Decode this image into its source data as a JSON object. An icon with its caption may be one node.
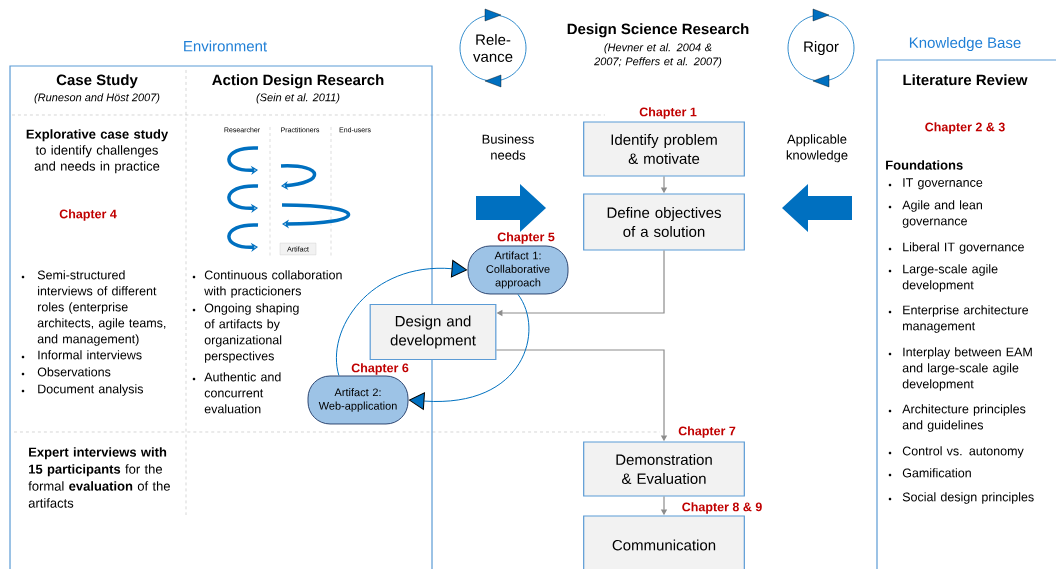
{
  "diagram": {
    "nodes": [
      {
        "text": [
          "Environment"
        ]
      },
      {
        "text": [
          "Knowledge Base"
        ]
      },
      {
        "text": [
          "Rele- vance"
        ]
      },
      {
        "text": [
          "Rigor"
        ]
      },
      {
        "text": [
          "Identify problem & motivate"
        ],
        "beside": [
          "Chapter 1"
        ]
      },
      {
        "text": [
          "Define objectives of a solution"
        ]
      },
      {
        "text": [
          "Design and development"
        ]
      },
      {
        "text": [
          "Demonstration & Evaluation"
        ],
        "beside": [
          "Chapter 7"
        ]
      },
      {
        "text": [
          "Communication"
        ],
        "beside": [
          "Chapter 8 & 9"
        ]
      },
      {
        "text": [
          "Artifact 1: Collaborative approach"
        ],
        "beside": [
          "Chapter 5"
        ]
      },
      {
        "text": [
          "Artifact 2: Web-application"
        ],
        "beside": [
          "Chapter 6"
        ],
        "in": 0
      }
    ],
    "edges": [
      {
        "from": 4,
        "to": 5,
        "arrow": "to"
      },
      {
        "from": 5,
        "to": 6,
        "arrow": "to"
      },
      {
        "from": 6,
        "to": 7,
        "arrow": "to"
      },
      {
        "from": 7,
        "to": 8,
        "arrow": "to"
      },
      {
        "from": 10,
        "to": 9,
        "arrow": "to",
        "color": "#0070c0"
      },
      {
        "from": 9,
        "to": 10,
        "arrow": "to",
        "color": "#0070c0"
      }
    ],
    "labels": [
      "Case Study",
      "(Runeson and Höst 2007)",
      "Action Design Research",
      "(Sein et al. 2011)",
      "Design Science Research",
      "(Hevner et al. 2004 & 2007; Peffers et al. 2007)",
      "Literature Review",
      "**Explorative case study** to identify challenges and needs in practice",
      "Researcher",
      "Practitioners",
      "End-users",
      "Business needs",
      "Applicable knowledge",
      "Chapter 2 & 3",
      "Chapter 4",
      "Artifact",
      "Foundations",
      "Semi-structured interviews of different roles (enterprise architects, agile teams, and management)",
      "Informal interviews",
      "Observations",
      "Document analysis",
      "Continuous collaboration with practicioners",
      "Ongoing shaping of artifacts by organizational perspectives",
      "Authentic and concurrent evaluation",
      "**Expert interviews with 15 participants** for the formal **evaluation** of the artifacts",
      "IT governance",
      "Agile and lean governance",
      "Liberal IT governance",
      "Large-scale agile development",
      "Enterprise architecture management",
      "Interplay between EAM and large-scale agile development",
      "Architecture principles and guidelines",
      "Control vs. autonomy",
      "Gamification",
      "Social design principles"
    ]
  }
}
